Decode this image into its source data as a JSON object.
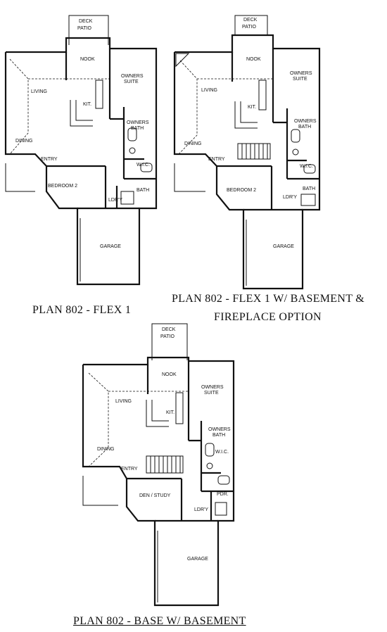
{
  "plans": [
    {
      "caption": "PLAN 802 - FLEX 1",
      "rooms": {
        "deck": "DECK",
        "deck2": "PATIO",
        "nook": "NOOK",
        "living": "LIVING",
        "kit": "KIT.",
        "owners_suite": "OWNERS",
        "owners_suite2": "SUITE",
        "owners_bath": "OWNERS",
        "owners_bath2": "BATH",
        "dining": "DINING",
        "entry": "ENTRY",
        "wic": "W.I.C.",
        "bedroom": "BEDROOM 2",
        "bath": "BATH",
        "ldry": "LDR'Y",
        "garage": "GARAGE"
      }
    },
    {
      "caption_line1": "PLAN 802 - FLEX 1 W/ BASEMENT &",
      "caption_line2": "FIREPLACE OPTION",
      "rooms": {
        "deck": "DECK",
        "deck2": "PATIO",
        "nook": "NOOK",
        "living": "LIVING",
        "kit": "KIT.",
        "owners_suite": "OWNERS",
        "owners_suite2": "SUITE",
        "owners_bath": "OWNERS",
        "owners_bath2": "BATH",
        "dining": "DINING",
        "entry": "ENTRY",
        "wic": "W.I.C.",
        "bedroom": "BEDROOM 2",
        "bath": "BATH",
        "ldry": "LDR'Y",
        "garage": "GARAGE"
      }
    },
    {
      "caption": "PLAN 802 - BASE W/ BASEMENT",
      "rooms": {
        "deck": "DECK",
        "deck2": "PATIO",
        "nook": "NOOK",
        "living": "LIVING",
        "kit": "KIT.",
        "owners_suite": "OWNERS",
        "owners_suite2": "SUITE",
        "owners_bath": "OWNERS",
        "owners_bath2": "BATH",
        "dining": "DINING",
        "entry": "ENTRY",
        "wic": "W.I.C.",
        "bedroom": "DEN / STUDY",
        "bath": "PDR.",
        "ldry": "LDR'Y",
        "garage": "GARAGE"
      }
    }
  ]
}
